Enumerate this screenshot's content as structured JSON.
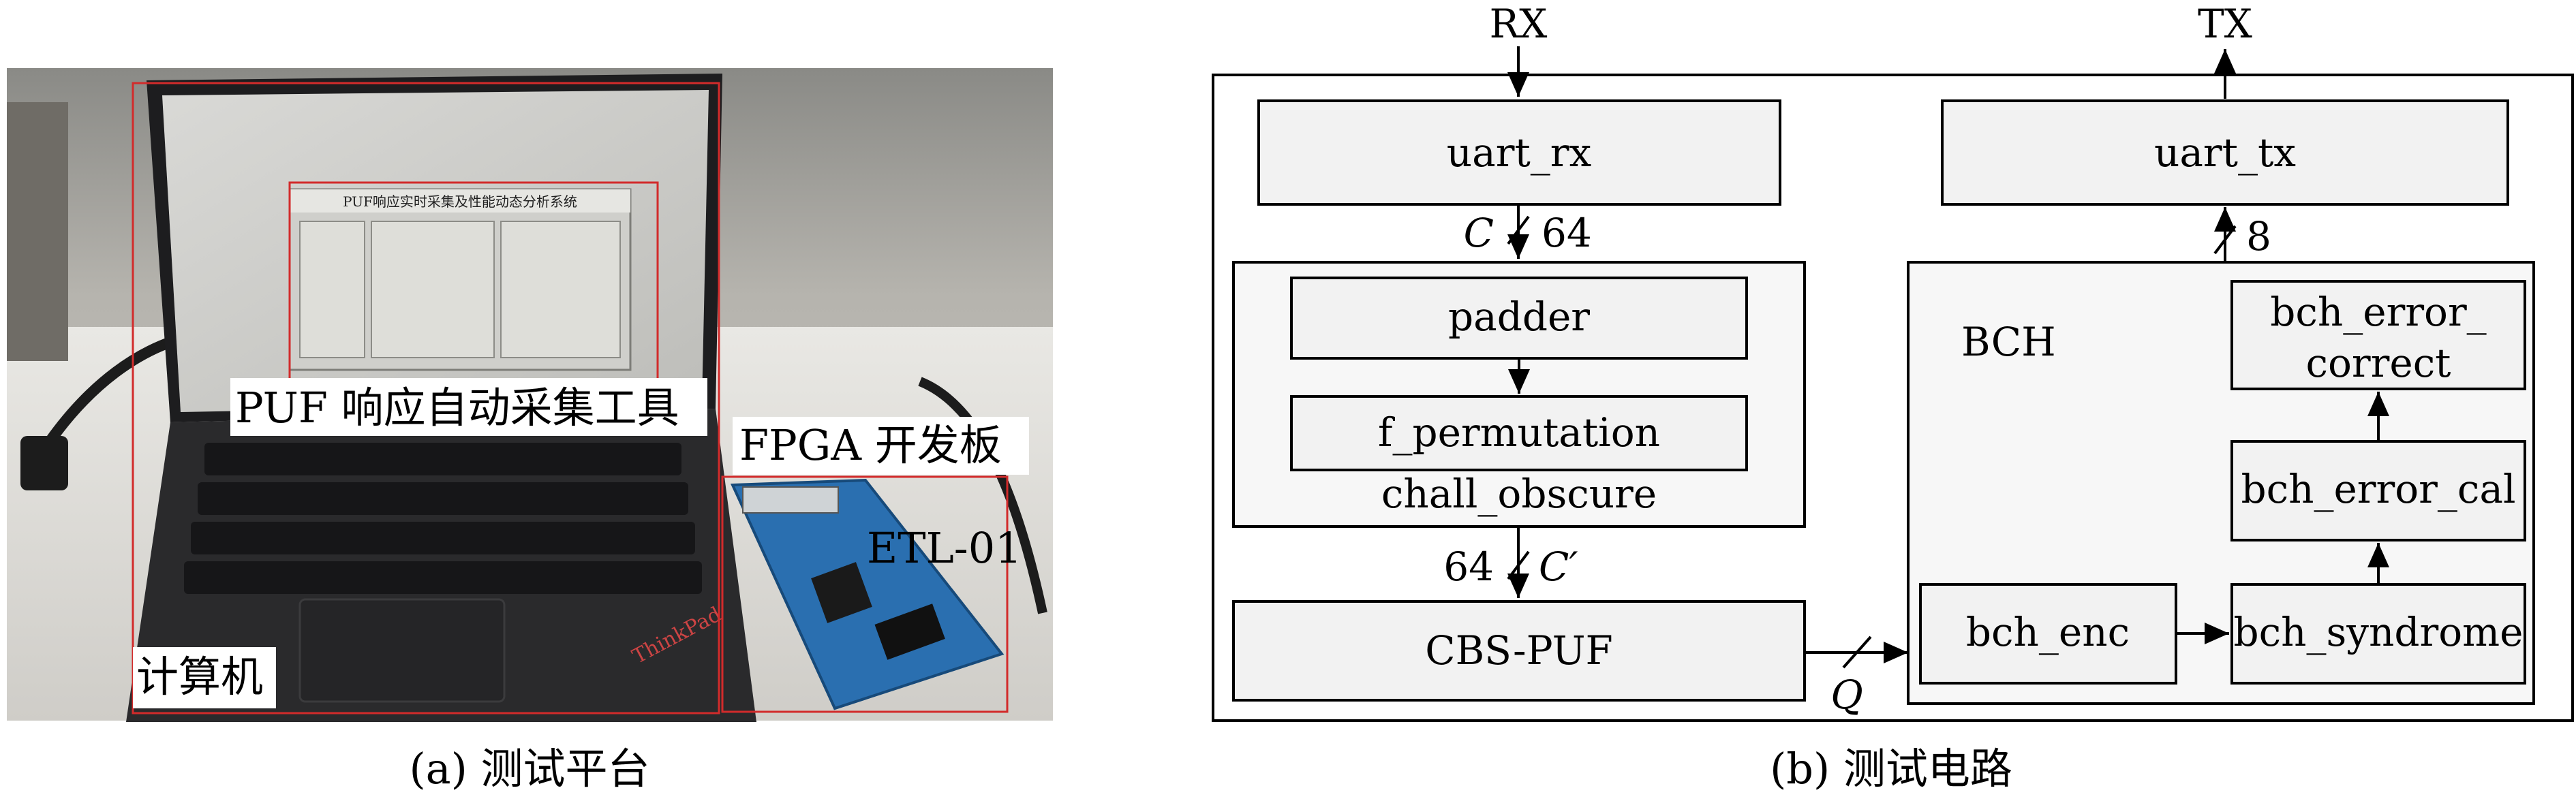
{
  "panel_a": {
    "caption": "(a) 测试平台",
    "labels": {
      "software": "PUF 响应自动采集工具",
      "fpga": "FPGA 开发板",
      "board_model": "ETL-01",
      "computer": "计算机"
    },
    "screen": {
      "window_title": "PUF响应实时采集及性能动态分析系统"
    },
    "laptop_brand": "ThinkPad"
  },
  "panel_b": {
    "caption": "(b) 测试电路",
    "io": {
      "rx": "RX",
      "tx": "TX"
    },
    "blocks": {
      "uart_rx": "uart_rx",
      "uart_tx": "uart_tx",
      "padder": "padder",
      "f_permutation": "f_permutation",
      "chall_obscure": "chall_obscure",
      "cbs_puf": "CBS-PUF",
      "bch": "BCH",
      "bch_enc": "bch_enc",
      "bch_syndrome": "bch_syndrome",
      "bch_error_cal": "bch_error_cal",
      "bch_error_correct_line1": "bch_error_",
      "bch_error_correct_line2": "correct"
    },
    "signals": {
      "c_symbol": "C",
      "c_width": "64",
      "c_prime_symbol": "C′",
      "c_prime_width": "64",
      "q_symbol": "Q",
      "tx_width": "8"
    }
  },
  "colors": {
    "highlight_red": "#d22b2b",
    "fpga_blue": "#2a6fb0",
    "block_fill": "#f2f2f2"
  }
}
